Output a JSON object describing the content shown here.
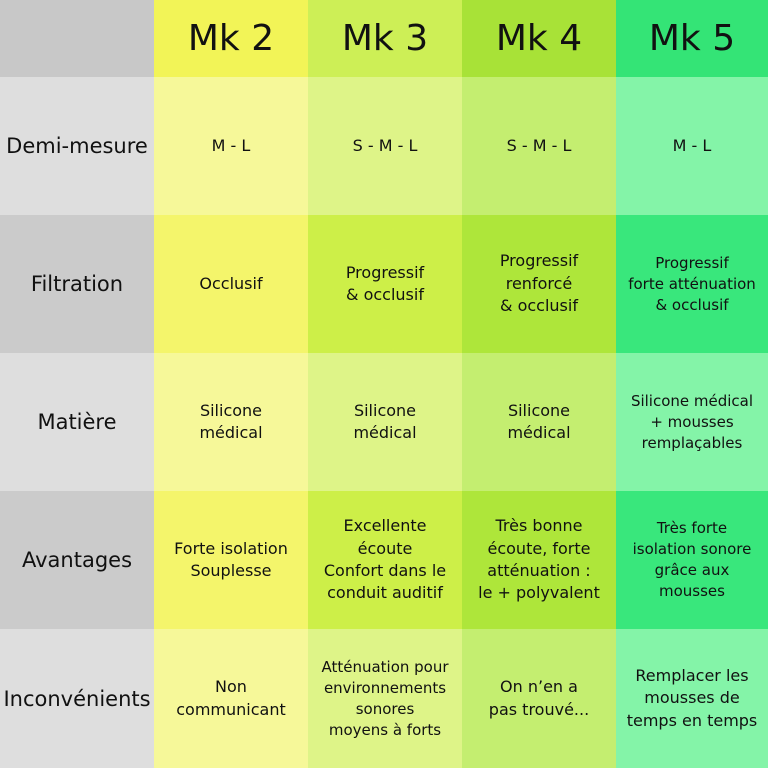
{
  "headers": [
    "Mk 2",
    "Mk 3",
    "Mk 4",
    "Mk 5"
  ],
  "rows": [
    {
      "label": "Demi-mesure",
      "values": [
        "M - L",
        "S - M - L",
        "S - M - L",
        "M - L"
      ]
    },
    {
      "label": "Filtration",
      "values": [
        "Occlusif",
        "Progressif\n& occlusif",
        "Progressif\nrenforcé\n& occlusif",
        "Progressif\nforte atténuation\n& occlusif"
      ]
    },
    {
      "label": "Matière",
      "values": [
        "Silicone\nmédical",
        "Silicone\nmédical",
        "Silicone\nmédical",
        "Silicone médical\n+ mousses\nremplaçables"
      ]
    },
    {
      "label": "Avantages",
      "values": [
        "Forte isolation\nSouplesse",
        "Excellente\nécoute\nConfort dans le\nconduit auditif",
        "Très bonne\nécoute, forte\natténuation :\nle + polyvalent",
        "Très forte\nisolation sonore\ngrâce aux\nmousses"
      ]
    },
    {
      "label": "Inconvénients",
      "values": [
        "Non\ncommunicant",
        "Atténuation pour\nenvironnements\nsonores\nmoyens à forts",
        "On n’en a\npas trouvé...",
        "Remplacer les\nmousses de\ntemps en temps"
      ]
    }
  ],
  "colors": {
    "label_light": "#dedede",
    "label_dark": "#cbcbcb",
    "mk2": "#f2f457",
    "mk3": "#cdef56",
    "mk4": "#a8e237",
    "mk5": "#34e476"
  }
}
